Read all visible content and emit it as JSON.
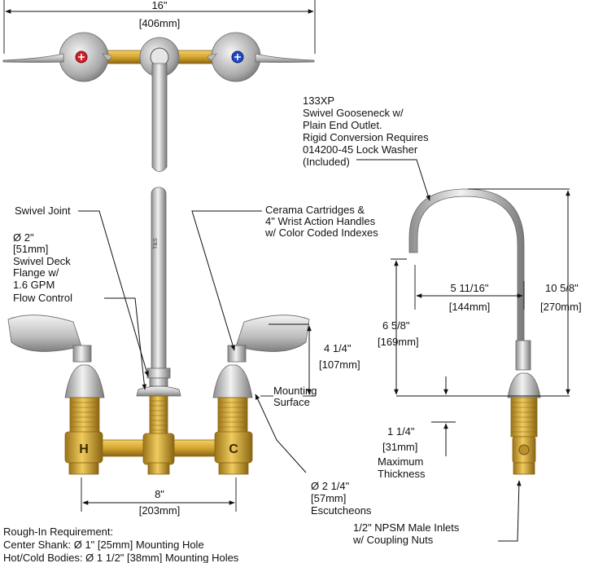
{
  "top_view": {
    "width_in": "16\"",
    "width_mm": "[406mm]"
  },
  "callouts": {
    "swivel_joint": "Swivel Joint",
    "flange": [
      "Ø 2\"",
      "[51mm]",
      "Swivel Deck",
      "Flange w/",
      "1.6 GPM",
      "Flow Control"
    ],
    "cartridges": [
      "Cerama Cartridges &",
      "4\" Wrist Action Handles",
      "w/ Color Coded Indexes"
    ],
    "gooseneck": [
      "133XP",
      "Swivel Gooseneck w/",
      "Plain End Outlet.",
      "Rigid Conversion Requires",
      "014200-45 Lock Washer",
      "(Included)"
    ],
    "mounting_surface": [
      "Mounting",
      "Surface"
    ],
    "escutcheons": [
      "Ø 2 1/4\"",
      "[57mm]",
      "Escutcheons"
    ],
    "inlets": [
      "1/2\" NPSM Male Inlets",
      "w/ Coupling Nuts"
    ],
    "max_thickness": [
      "Maximum",
      "Thickness"
    ]
  },
  "dims": {
    "handle_height_in": "4 1/4\"",
    "handle_height_mm": "[107mm]",
    "center_in": "8\"",
    "center_mm": "[203mm]",
    "reach_in": "5 11/16\"",
    "reach_mm": "[144mm]",
    "spout_height_in": "6 5/8\"",
    "spout_height_mm": "[169mm]",
    "overall_height_in": "10 5/8\"",
    "overall_height_mm": "[270mm]",
    "thickness_in": "1 1/4\"",
    "thickness_mm": "[31mm]"
  },
  "body_marks": {
    "hot": "H",
    "cold": "C"
  },
  "rough_in": {
    "title": "Rough-In Requirement:",
    "line1": "Center Shank:  Ø 1\" [25mm] Mounting Hole",
    "line2": "Hot/Cold Bodies:  Ø 1 1/2\" [38mm] Mounting Holes"
  },
  "colors": {
    "brass": "#d4a530",
    "brass_dark": "#8a6512",
    "chrome": "#c9c9c9",
    "chrome_dark": "#7a7a7a",
    "hot_index": "#d0202a",
    "cold_index": "#2048c8"
  }
}
